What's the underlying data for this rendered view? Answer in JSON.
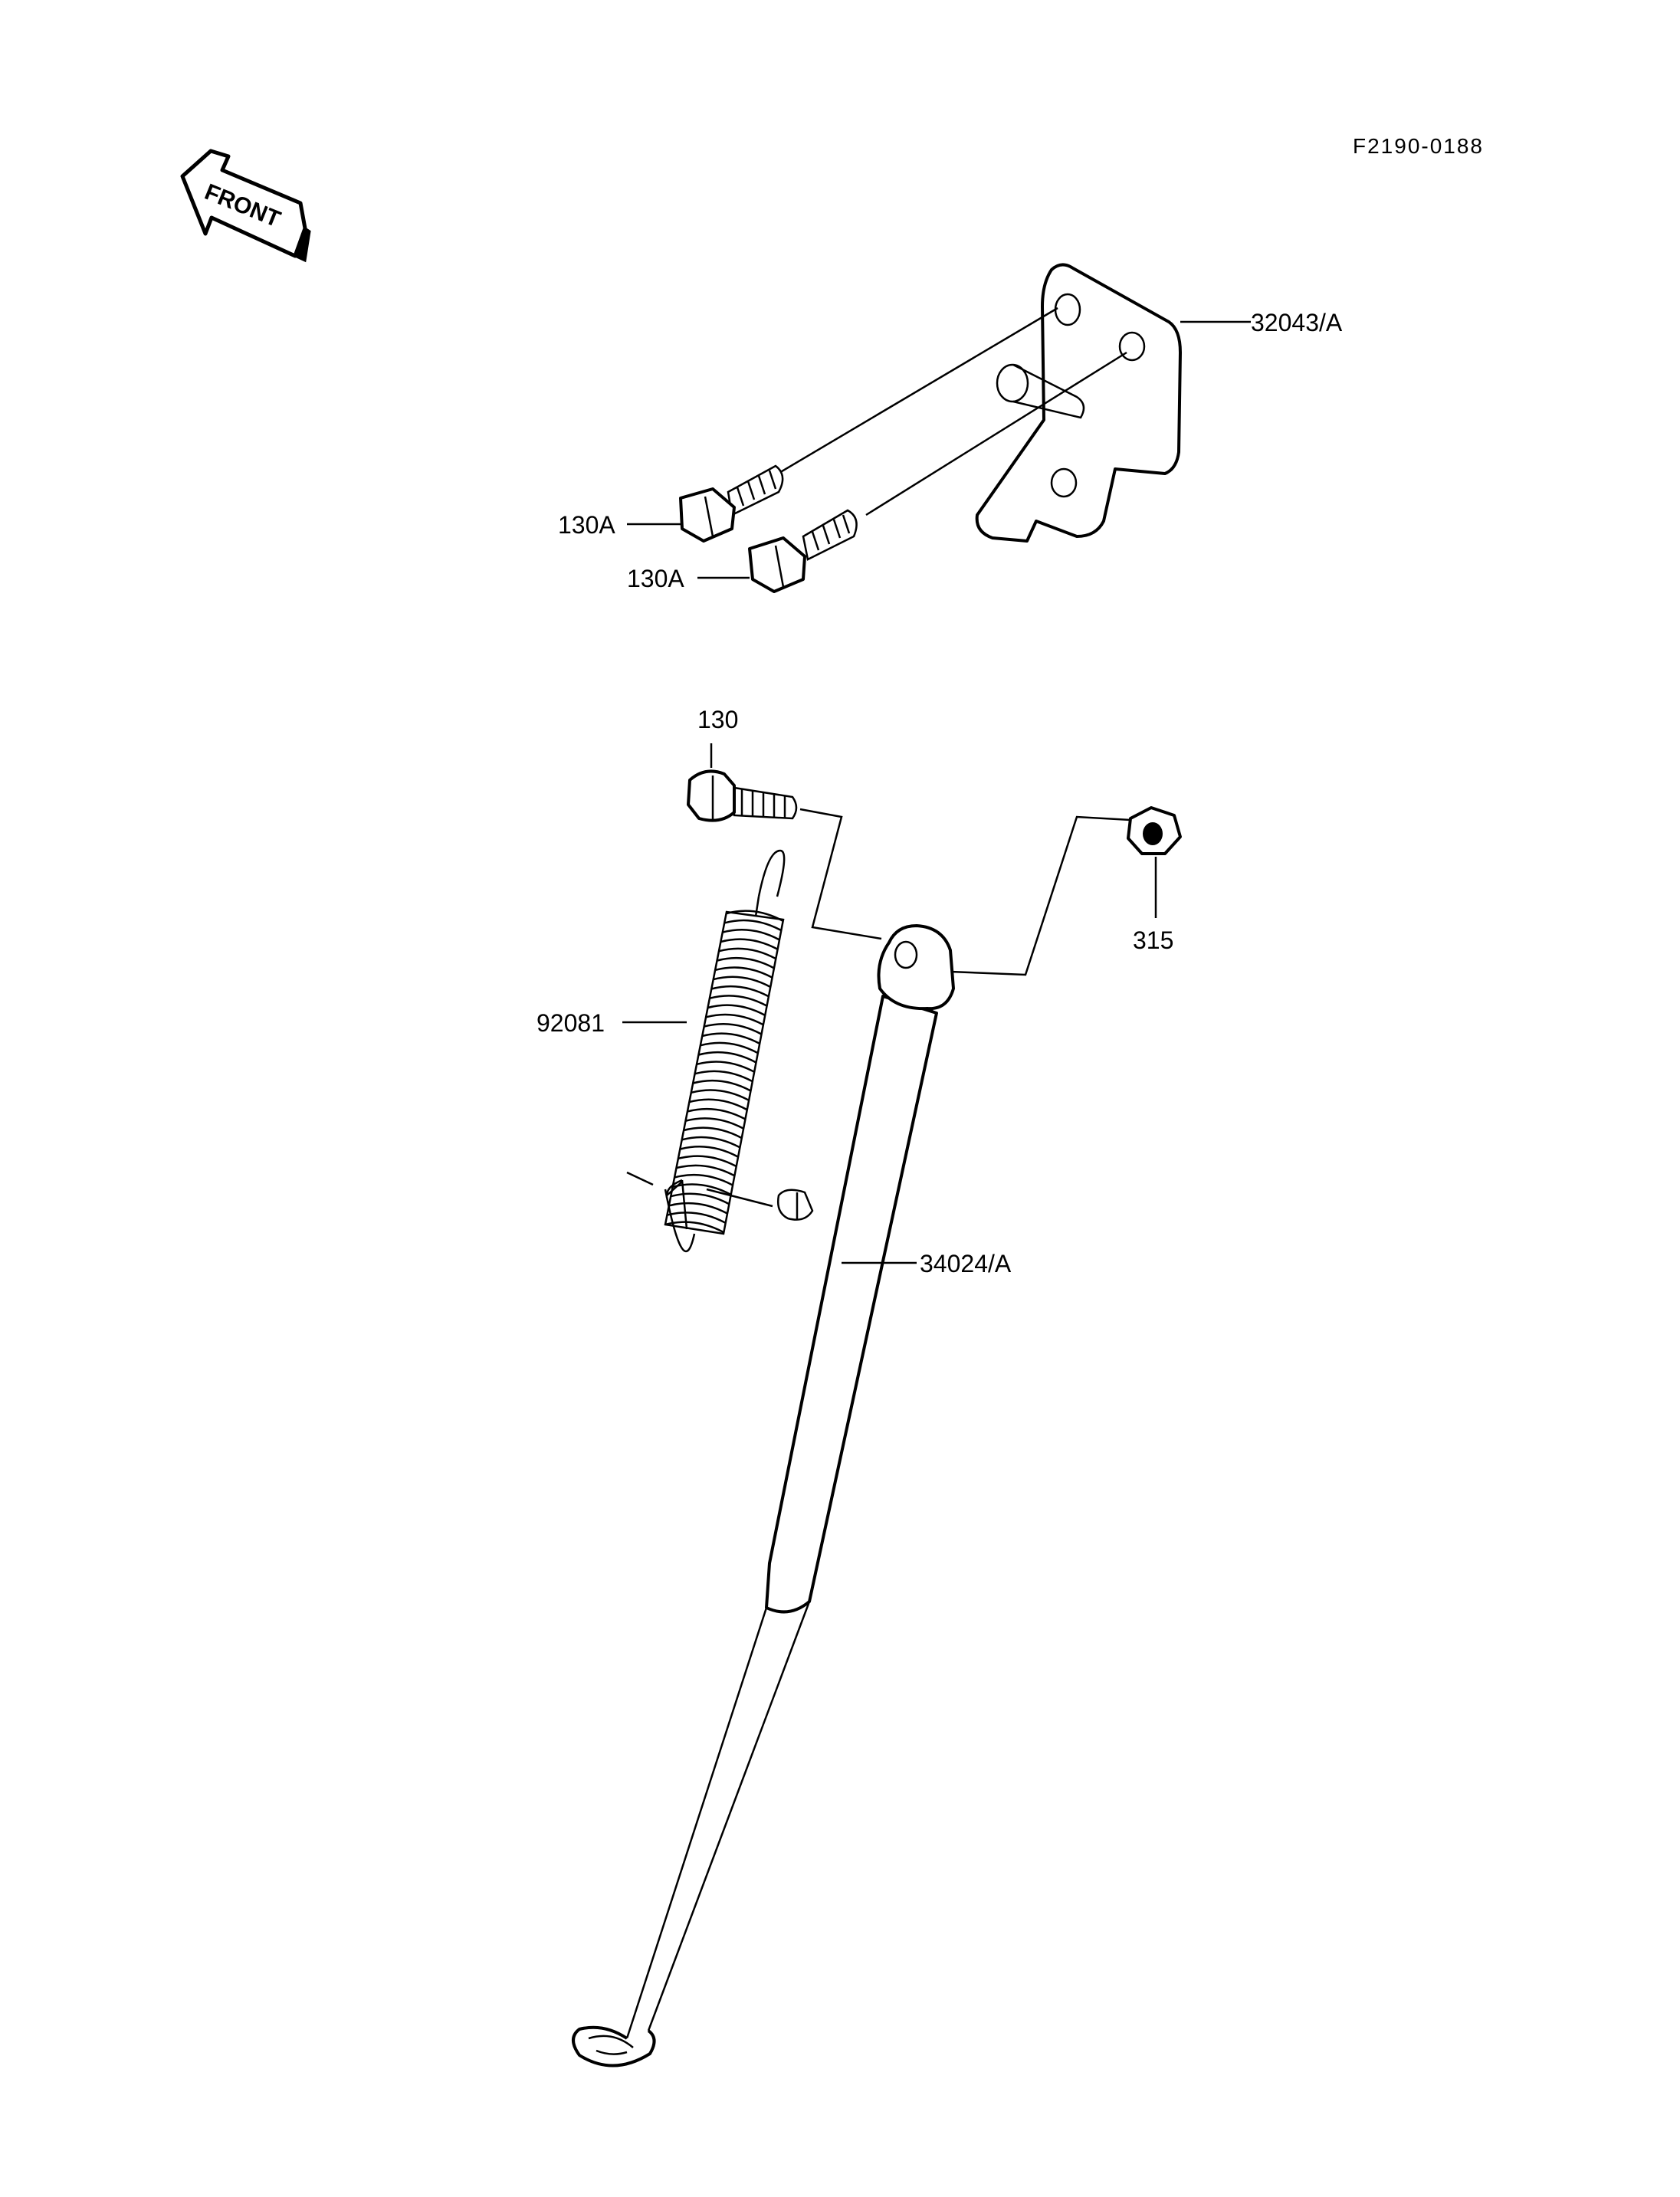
{
  "diagram_code": "F2190-0188",
  "front_arrow": {
    "label": "FRONT"
  },
  "callouts": {
    "bracket": "32043/A",
    "bolt_upper": "130A",
    "bolt_lower": "130A",
    "pivot_bolt": "130",
    "nut": "315",
    "spring": "92081",
    "side_stand": "34024/A"
  }
}
